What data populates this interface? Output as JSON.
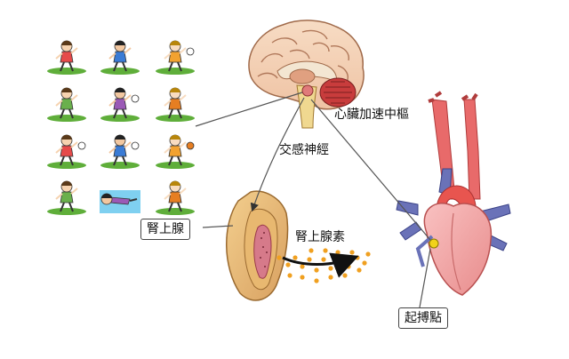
{
  "labels": {
    "cardiac_center": "心臟加速中樞",
    "sympathetic_nerve": "交感神經",
    "adrenal_gland": "腎上腺",
    "adrenaline": "腎上腺素",
    "pacemaker": "起搏點"
  },
  "activities": [
    {
      "icon": "jump-rope-icon"
    },
    {
      "icon": "runner-icon"
    },
    {
      "icon": "football-player-icon"
    },
    {
      "icon": "cyclist-icon"
    },
    {
      "icon": "baseball-batter-icon"
    },
    {
      "icon": "skateboarder-icon"
    },
    {
      "icon": "netball-player-icon"
    },
    {
      "icon": "soccer-player-icon"
    },
    {
      "icon": "basketball-player-icon"
    },
    {
      "icon": "hockey-player-icon"
    },
    {
      "icon": "swimmer-icon"
    },
    {
      "icon": "cricket-player-icon"
    }
  ],
  "colors": {
    "artery": "#e85a5a",
    "vein": "#6a72b8",
    "heart": "#f2a0a0",
    "pacemaker": "#f2d21a",
    "hormone_dots": "#f0a020",
    "adrenal": "#e8b870"
  }
}
